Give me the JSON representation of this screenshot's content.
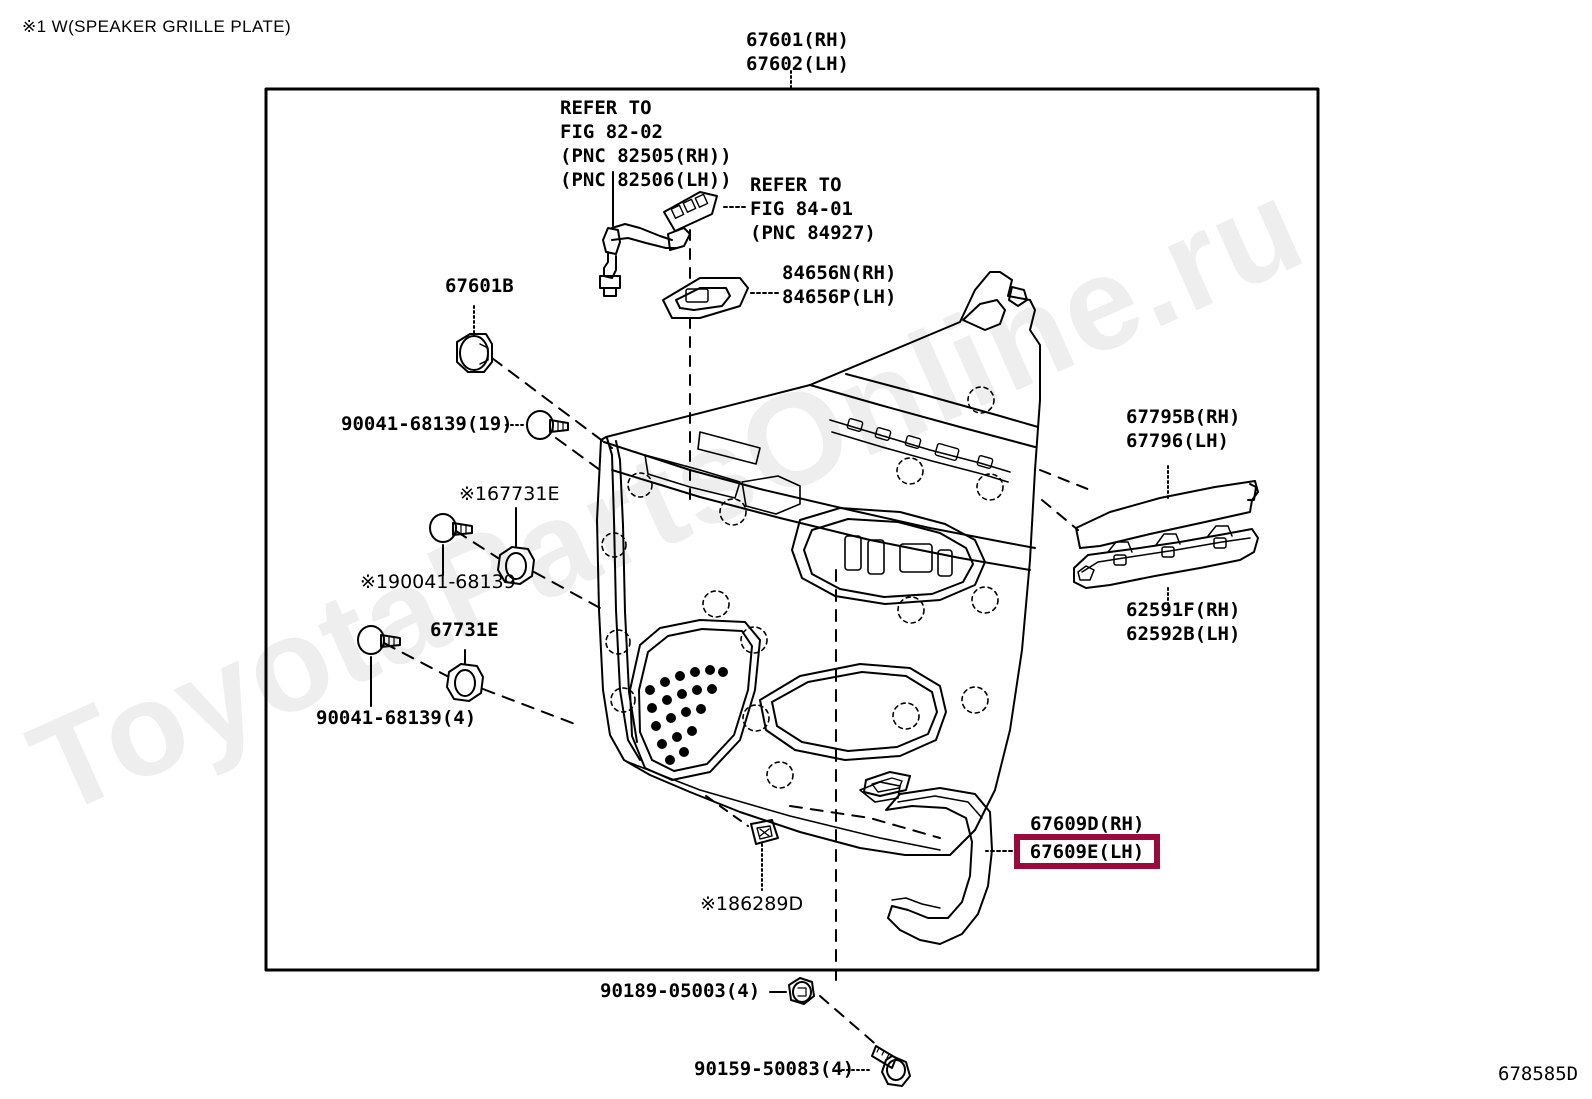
{
  "diagram": {
    "top_note": "※1 W(SPEAKER GRILLE PLATE)",
    "figure_code": "678585D",
    "watermark": "ToyotaPartsOnline.ru",
    "highlight_color": "#9b0a3c"
  },
  "labels": {
    "main_top": "67601(RH)\n67602(LH)",
    "refer_82": "REFER TO\nFIG 82-02\n(PNC 82505(RH))\n(PNC 82506(LH))",
    "refer_84": "REFER TO\nFIG 84-01\n(PNC 84927)",
    "switch_bezel": "84656N(RH)\n84656P(LH)",
    "clip_67601b": "67601B",
    "screw_19": "90041-68139(19)",
    "clip_67731e_star": "※167731E",
    "screw_star": "※190041-68139",
    "clip_67731e": "67731E",
    "screw_4": "90041-68139(4)",
    "upper_trim": "67795B(RH)\n67796(LH)",
    "lower_trim": "62591F(RH)\n62592B(LH)",
    "cover_rh": "67609D(RH)",
    "cover_lh": "67609E(LH)",
    "plug_86289d": "※186289D",
    "nut_90189": "90189-05003(4)",
    "bolt_90159": "90159-50083(4)"
  }
}
